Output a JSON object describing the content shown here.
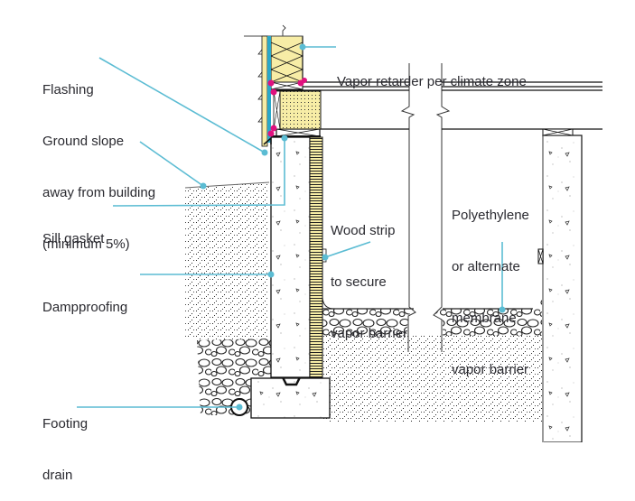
{
  "title": "Basement wall with interior vapor barrier detail",
  "colors": {
    "leader": "#5bbcd3",
    "insulation": "#f7eda6",
    "sealant": "#e0117f",
    "line": "#1a1a1a",
    "concrete_speck": "#777777"
  },
  "labels": {
    "flashing": [
      "Flashing"
    ],
    "ground_slope": [
      "Ground slope",
      "away from building",
      "(minimum 5%)"
    ],
    "sill_gasket": [
      "Sill gasket"
    ],
    "dampproofing": [
      "Dampproofing"
    ],
    "footing_drain": [
      "Footing",
      "drain"
    ],
    "vapor_retarder": [
      "Vapor retarder per climate zone"
    ],
    "wood_strip": [
      "Wood strip",
      "to secure",
      "vapor barrier"
    ],
    "polyethylene": [
      "Polyethylene",
      "or alternate",
      "membrane",
      "vapor barrier"
    ]
  },
  "components": [
    "siding",
    "wall-insulation",
    "rim-joist-insulation",
    "floor-joist",
    "sill-plate",
    "foundation-wall",
    "interior-insulation-strip",
    "footing",
    "footing-drain",
    "gravel-backfill",
    "soil",
    "slab-gravel",
    "interior-column"
  ]
}
